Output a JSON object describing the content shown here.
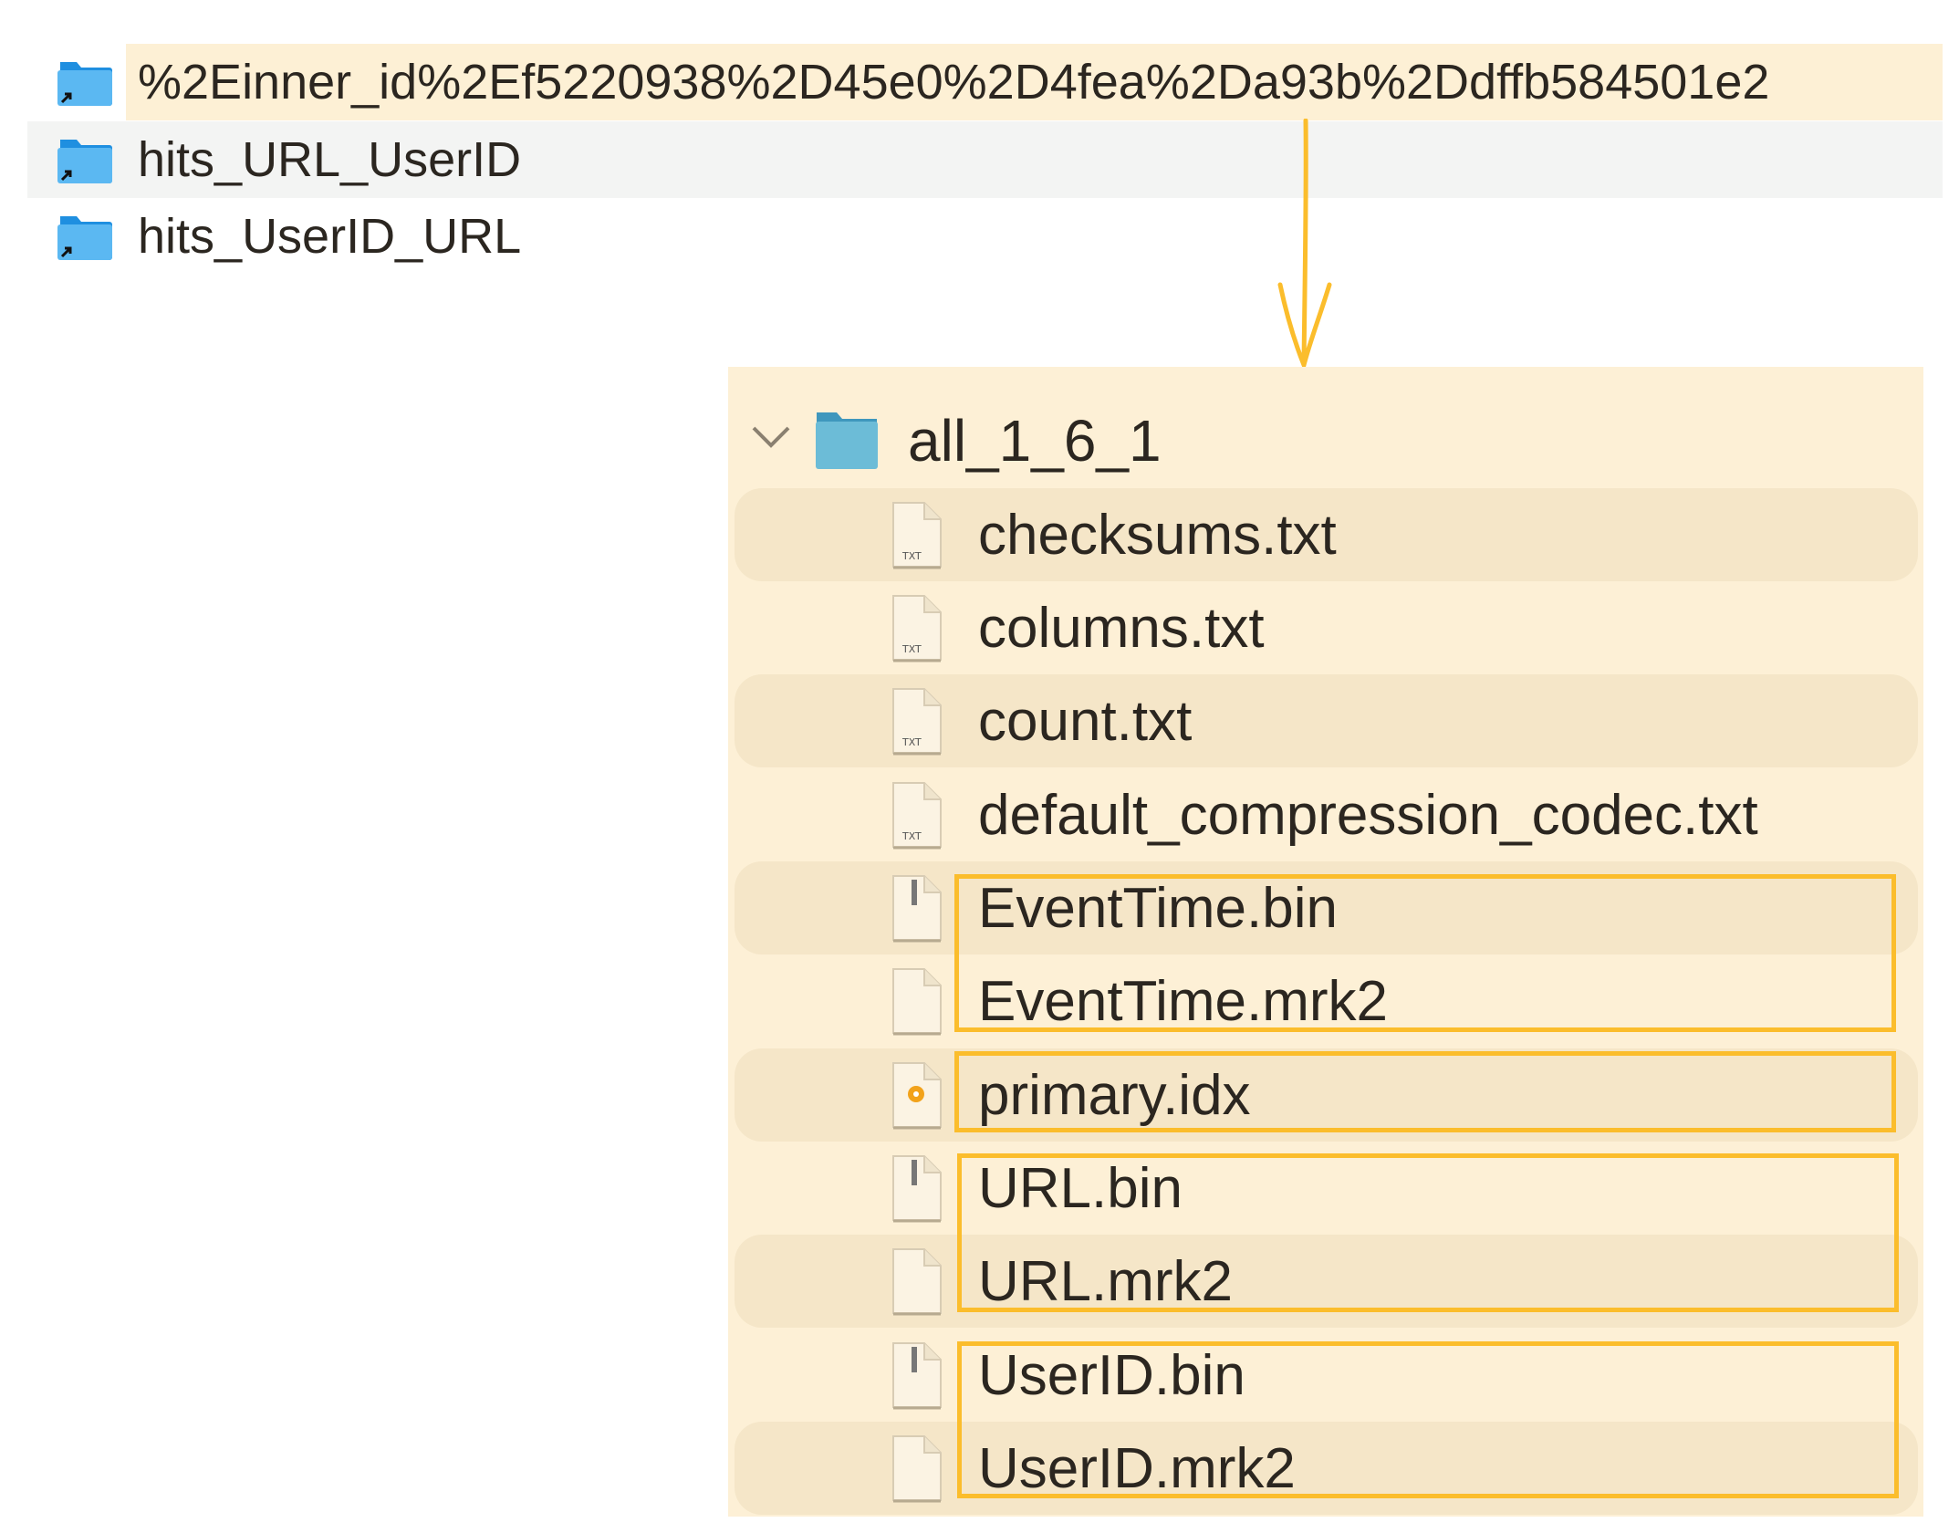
{
  "top_list": {
    "items": [
      {
        "name": "%2Einner_id%2Ef5220938%2D45e0%2D4fea%2Da93b%2Ddffb584501e2",
        "icon": "folder-alias-icon",
        "highlighted": true
      },
      {
        "name": "hits_URL_UserID",
        "icon": "folder-alias-icon",
        "selected": true
      },
      {
        "name": "hits_UserID_URL",
        "icon": "folder-alias-icon"
      }
    ]
  },
  "expanded_view": {
    "folder": {
      "name": "all_1_6_1",
      "icon": "folder-icon",
      "expanded": true
    },
    "files": [
      {
        "name": "checksums.txt",
        "icon": "txt-file-icon"
      },
      {
        "name": "columns.txt",
        "icon": "txt-file-icon"
      },
      {
        "name": "count.txt",
        "icon": "txt-file-icon"
      },
      {
        "name": "default_compression_codec.txt",
        "icon": "txt-file-icon"
      },
      {
        "name": "EventTime.bin",
        "icon": "binary-file-icon"
      },
      {
        "name": "EventTime.mrk2",
        "icon": "blank-file-icon"
      },
      {
        "name": "primary.idx",
        "icon": "idx-file-icon"
      },
      {
        "name": "URL.bin",
        "icon": "binary-file-icon"
      },
      {
        "name": "URL.mrk2",
        "icon": "blank-file-icon"
      },
      {
        "name": "UserID.bin",
        "icon": "binary-file-icon"
      },
      {
        "name": "UserID.mrk2",
        "icon": "blank-file-icon"
      }
    ]
  },
  "colors": {
    "highlight": "#fdf0d5",
    "annotation": "#fbbd2c",
    "folder": "#4aa8e8"
  }
}
